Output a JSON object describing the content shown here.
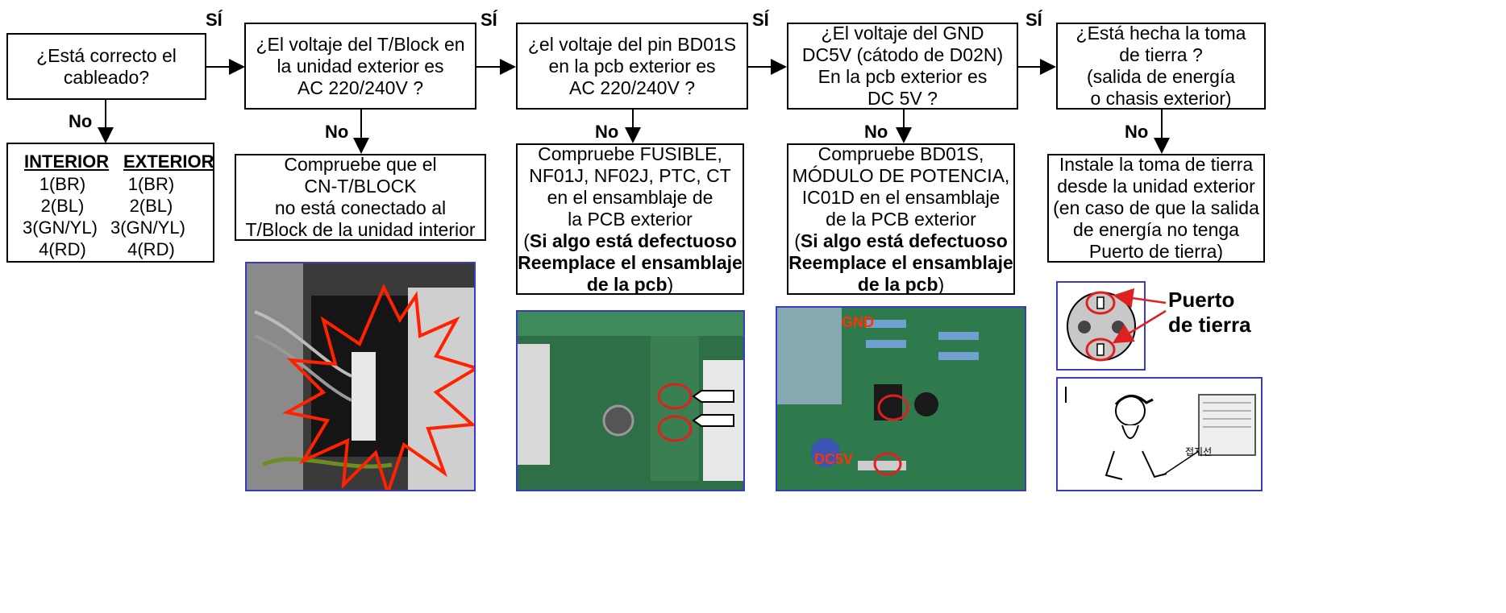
{
  "steps": [
    {
      "question": [
        "¿Está correcto el",
        "cableado?"
      ],
      "yes": "SÍ",
      "no": "No",
      "table": {
        "headers": [
          "INTERIOR",
          "EXTERIOR"
        ],
        "rows": [
          [
            "1(BR)",
            "1(BR)"
          ],
          [
            "2(BL)",
            "2(BL)"
          ],
          [
            "3(GN/YL)",
            "3(GN/YL)"
          ],
          [
            "4(RD)",
            "4(RD)"
          ]
        ]
      }
    },
    {
      "question": [
        "¿El voltaje del T/Block en",
        "la unidad exterior es",
        "AC 220/240V ?"
      ],
      "yes": "SÍ",
      "no": "No",
      "action": [
        "Compruebe que el",
        "CN-T/BLOCK",
        "no está conectado al",
        "T/Block de la unidad interior"
      ]
    },
    {
      "question": [
        "¿el voltaje del pin BD01S",
        "en la pcb exterior es",
        "AC 220/240V ?"
      ],
      "yes": "SÍ",
      "no": "No",
      "action": [
        "Compruebe FUSIBLE,",
        "NF01J, NF02J, PTC, CT",
        "en el ensamblaje de",
        "la PCB exterior"
      ],
      "note": {
        "open": "(",
        "bold": [
          "Si algo está defectuoso",
          "Reemplace el ensamblaje",
          "de la pcb"
        ],
        "close": ")"
      }
    },
    {
      "question": [
        "¿El voltaje del GND",
        "DC5V (cátodo de D02N)",
        "En la pcb exterior es",
        "DC 5V ?"
      ],
      "yes": "SÍ",
      "no": "No",
      "action": [
        "Compruebe BD01S,",
        "MÓDULO DE POTENCIA,",
        "IC01D en el ensamblaje",
        "de la PCB exterior"
      ],
      "note": {
        "open": "(",
        "bold": [
          "Si algo está defectuoso",
          "Reemplace el ensamblaje",
          "de la pcb"
        ],
        "close": ")"
      }
    },
    {
      "question": [
        "¿Está hecha la toma",
        "de tierra ?",
        "(salida de energía",
        "o chasis exterior)"
      ],
      "no": "No",
      "action": [
        "Instale la toma de tierra",
        "desde la unidad exterior",
        "(en caso de que la salida",
        "de energía no tenga",
        "Puerto de tierra)"
      ]
    }
  ],
  "photo_labels": {
    "gnd": "GND",
    "dc5v": "DC5V",
    "ground_port": [
      "Puerto",
      "de tierra"
    ],
    "korean_label": "접지선"
  },
  "colors": {
    "line": "#000000",
    "photo_border": "#3b3bbd",
    "highlight": "#e02020",
    "pcb": "#2f7a4c"
  }
}
